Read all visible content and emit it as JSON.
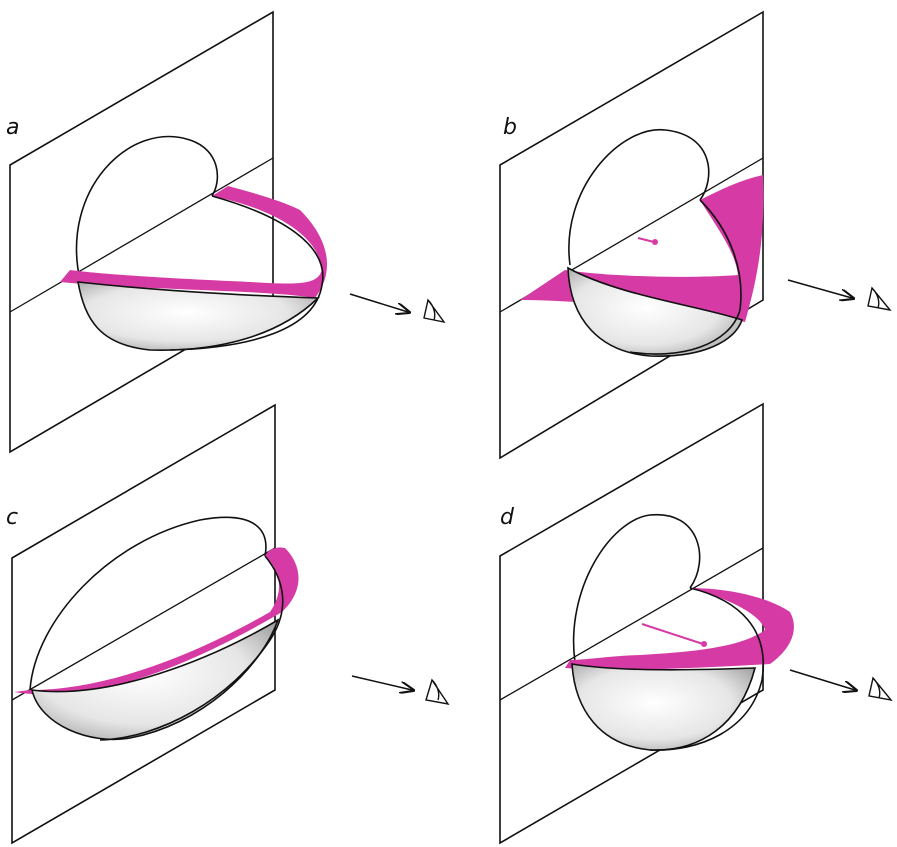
{
  "colors": {
    "line": "#111111",
    "accent": "#d63aa4",
    "shading": "#cfcfcf",
    "background": "#ffffff"
  },
  "panels": [
    {
      "id": "a",
      "label": "a"
    },
    {
      "id": "b",
      "label": "b"
    },
    {
      "id": "c",
      "label": "c"
    },
    {
      "id": "d",
      "label": "d"
    }
  ],
  "icons": {
    "arrow": "arrow-icon",
    "eye": "eye-icon"
  }
}
